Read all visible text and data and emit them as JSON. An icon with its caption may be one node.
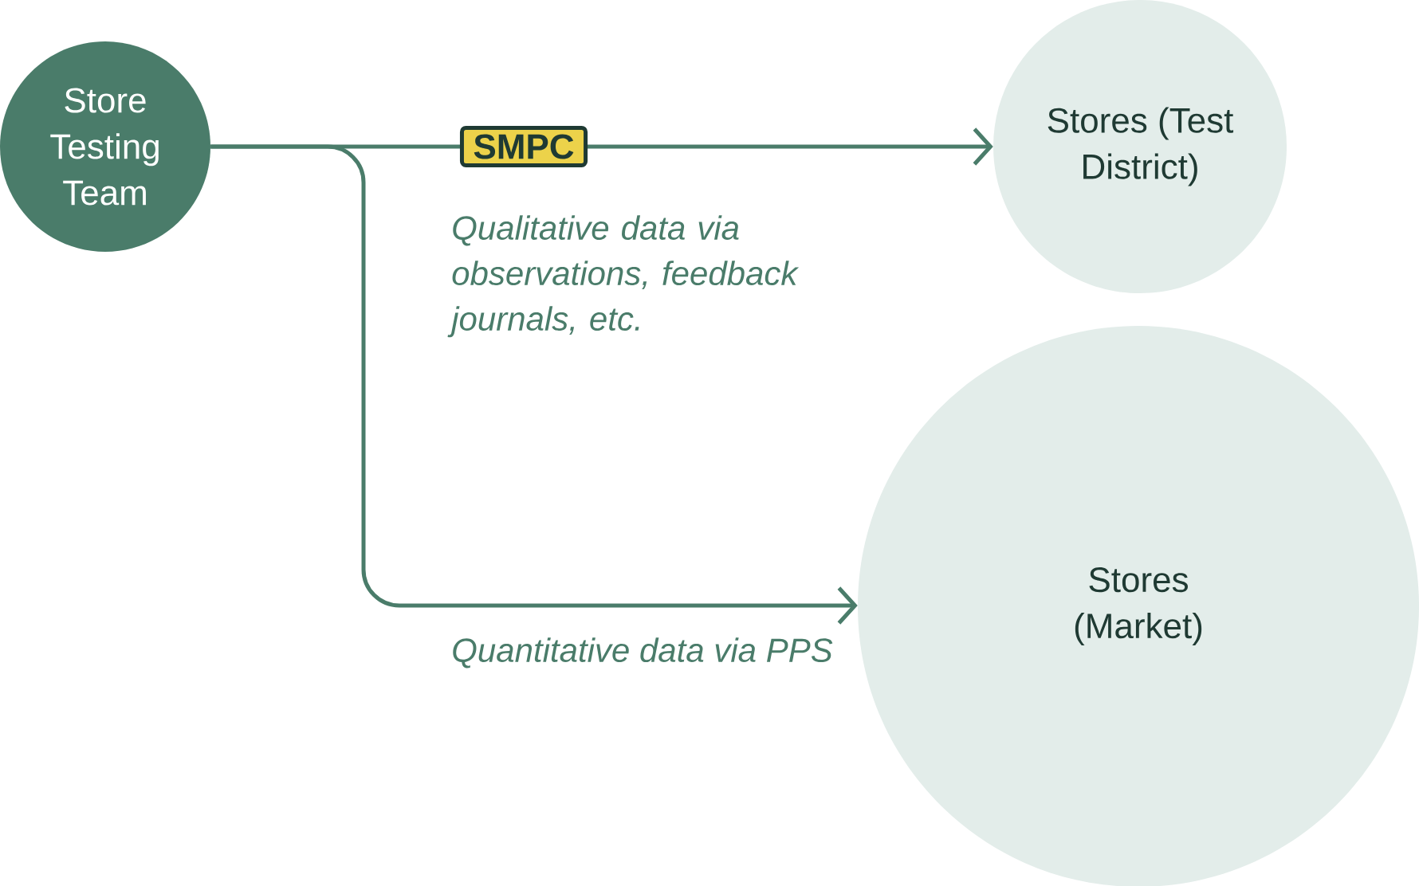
{
  "diagram": {
    "nodes": [
      {
        "text": [
          "Store Testing Team"
        ]
      },
      {
        "text": [
          "Stores (Test District)"
        ]
      },
      {
        "text": [
          "Stores (Market)"
        ]
      }
    ],
    "edges": [
      {
        "from": 0,
        "to": 1,
        "arrow": "to",
        "label": "SMPC"
      },
      {
        "from": 0,
        "to": 2,
        "arrow": "to",
        "label": "Quantitative data via PPS"
      }
    ],
    "labels": [
      "Qualitative data via observations, feedback journals, etc."
    ]
  }
}
